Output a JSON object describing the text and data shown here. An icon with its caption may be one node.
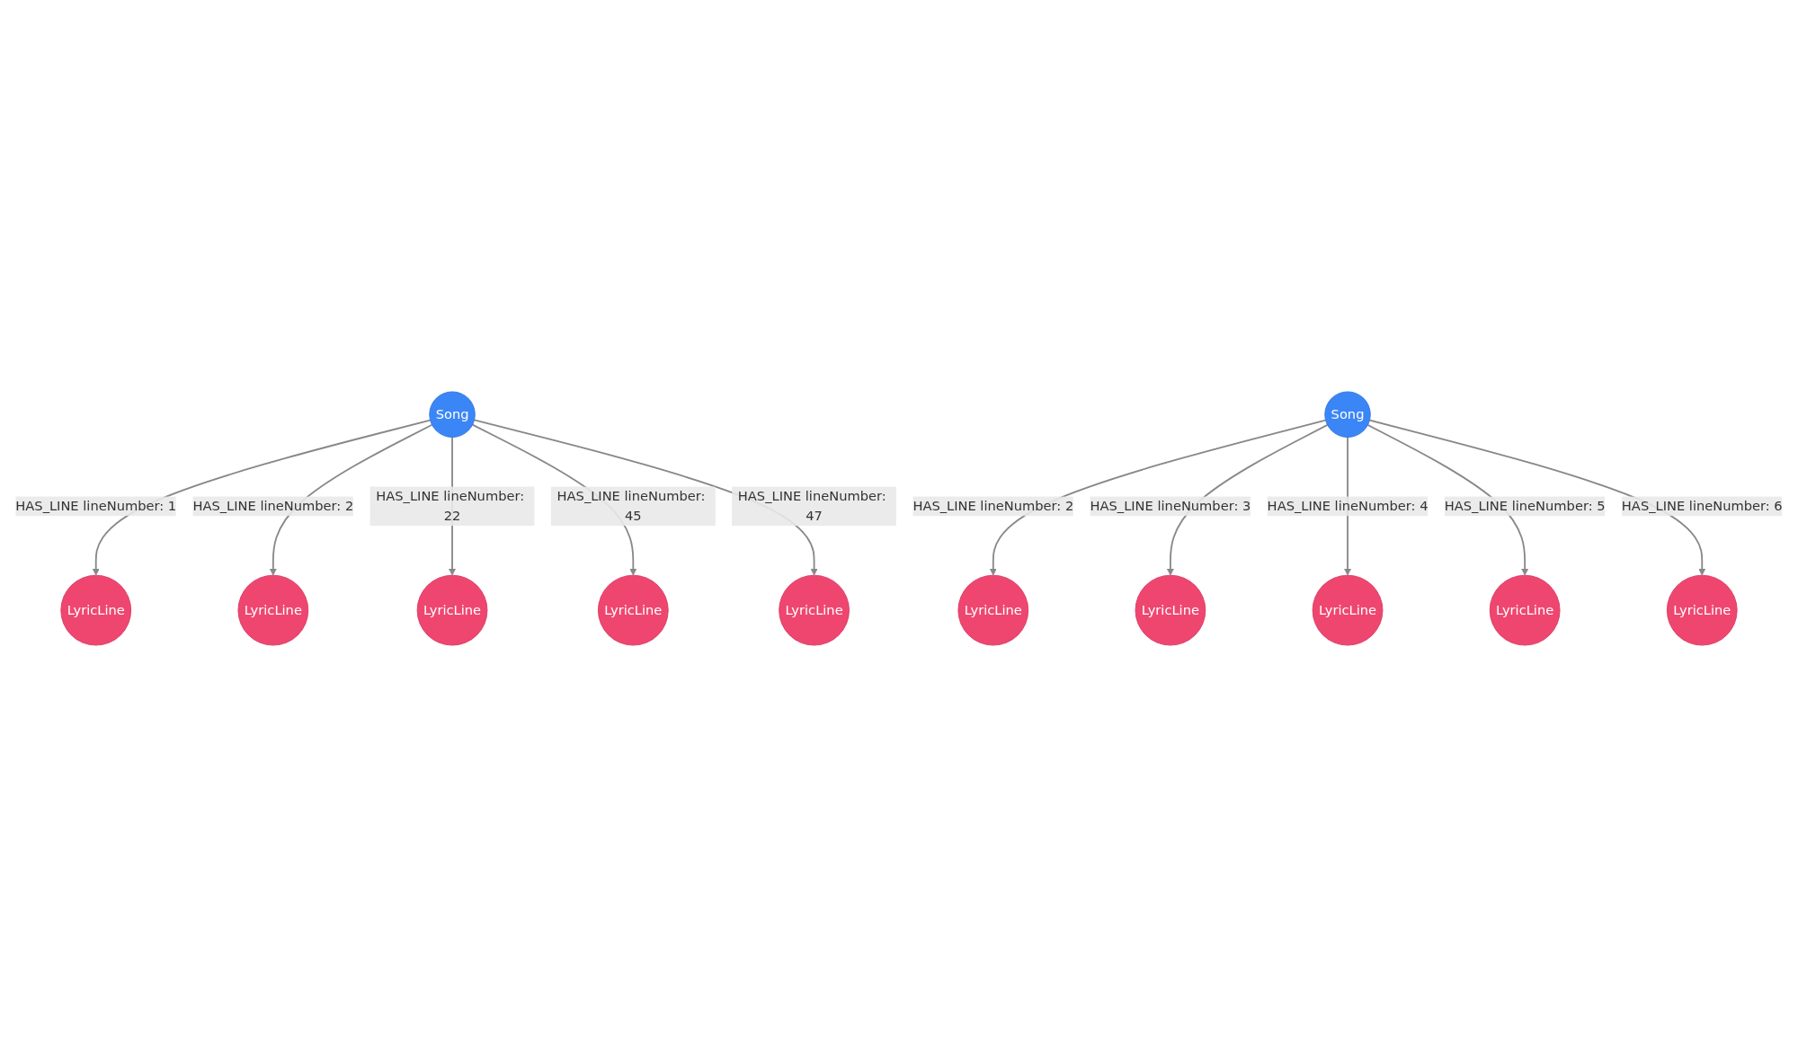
{
  "diagram": {
    "nodes": [
      {
        "text": [
          "LyricLine"
        ]
      },
      {
        "text": [
          "LyricLine"
        ]
      },
      {
        "text": [
          "LyricLine"
        ]
      },
      {
        "text": [
          "LyricLine"
        ]
      },
      {
        "text": [
          "LyricLine"
        ]
      },
      {
        "text": [
          "Song"
        ]
      },
      {
        "text": [
          "Song"
        ]
      },
      {
        "text": [
          "LyricLine"
        ]
      },
      {
        "text": [
          "LyricLine"
        ]
      },
      {
        "text": [
          "LyricLine"
        ]
      },
      {
        "text": [
          "LyricLine"
        ]
      },
      {
        "text": [
          "LyricLine"
        ]
      }
    ],
    "edges": [
      {
        "from": 5,
        "to": 0,
        "arrow": "to",
        "label": "HAS_LINE lineNumber: 1"
      },
      {
        "from": 5,
        "to": 2,
        "arrow": "to",
        "label": "HAS_LINE lineNumber: 2"
      },
      {
        "from": 5,
        "to": 4,
        "arrow": "to",
        "label": "HAS_LINE lineNumber: 22"
      },
      {
        "from": 5,
        "to": 8,
        "arrow": "to",
        "label": "HAS_LINE lineNumber: 45"
      },
      {
        "from": 5,
        "to": 10,
        "arrow": "to",
        "label": "HAS_LINE lineNumber: 47"
      },
      {
        "from": 6,
        "to": 1,
        "arrow": "to",
        "label": "HAS_LINE lineNumber: 2"
      },
      {
        "from": 6,
        "to": 3,
        "arrow": "to",
        "label": "HAS_LINE lineNumber: 3"
      },
      {
        "from": 6,
        "to": 7,
        "arrow": "to",
        "label": "HAS_LINE lineNumber: 4"
      },
      {
        "from": 6,
        "to": 9,
        "arrow": "to",
        "label": "HAS_LINE lineNumber: 5"
      },
      {
        "from": 6,
        "to": 11,
        "arrow": "to",
        "label": "HAS_LINE lineNumber: 6"
      }
    ]
  }
}
